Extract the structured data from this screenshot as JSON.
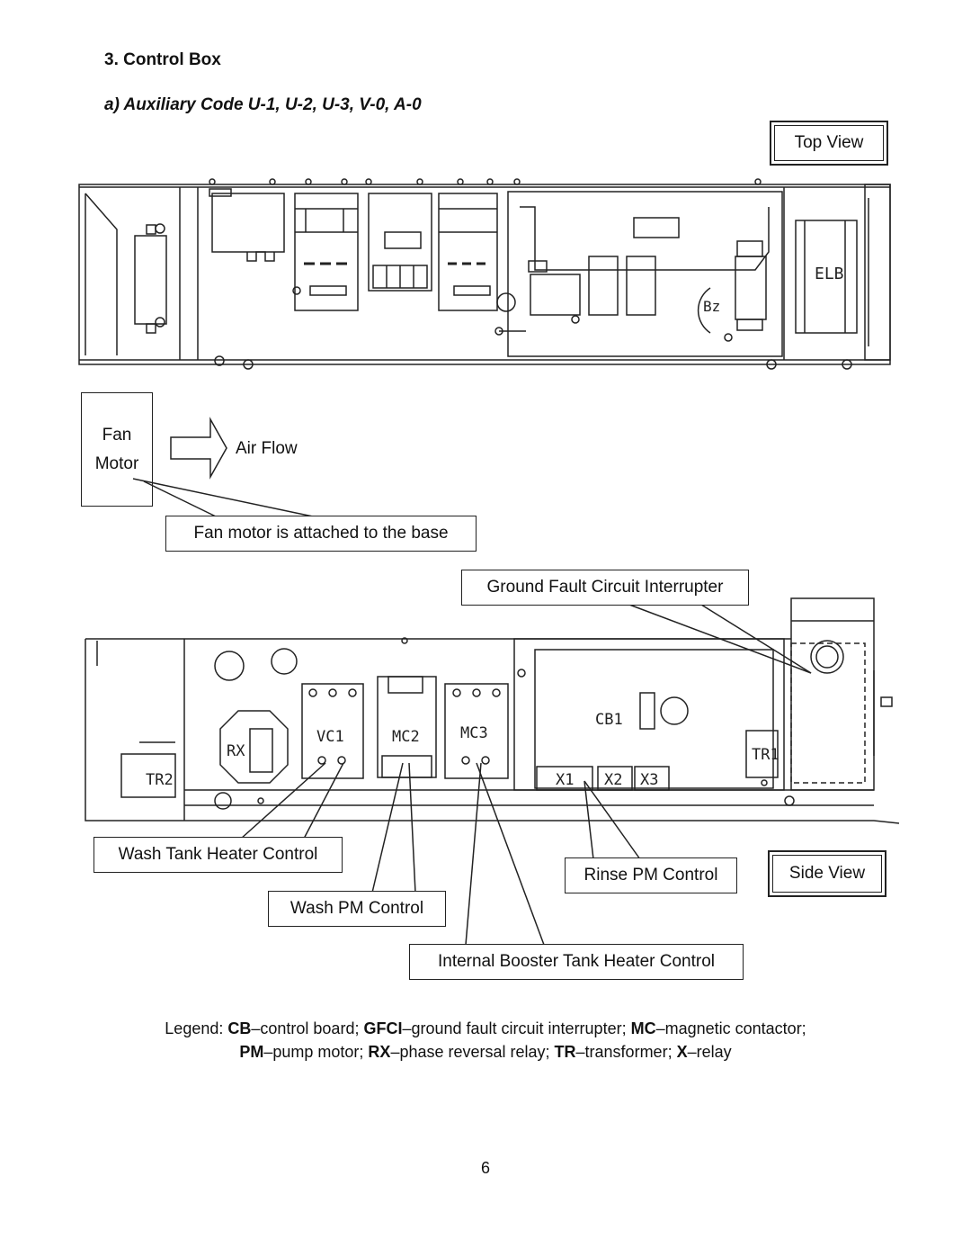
{
  "heading": {
    "section": "3. Control Box",
    "subsection": "a) Auxiliary Code U-1, U-2, U-3, V-0, A-0"
  },
  "views": {
    "top": "Top View",
    "side": "Side View"
  },
  "fan": {
    "line1": "Fan",
    "line2": "Motor",
    "airflow": "Air Flow",
    "note": "Fan motor is attached to the base"
  },
  "callouts": {
    "gfci": "Ground Fault Circuit Interrupter",
    "wash_tank": "Wash Tank Heater Control",
    "wash_pm": "Wash PM Control",
    "rinse_pm": "Rinse PM Control",
    "booster": "Internal Booster Tank Heater Control"
  },
  "component_labels": {
    "elb": "ELB",
    "bz": "Bz",
    "rx": "RX",
    "tr2": "TR2",
    "vc1": "VC1",
    "mc2": "MC2",
    "mc3": "MC3",
    "cb1": "CB1",
    "tr1": "TR1",
    "x1": "X1",
    "x2": "X2",
    "x3": "X3"
  },
  "legend": {
    "prefix": "Legend: ",
    "items": [
      {
        "abbr": "CB",
        "desc": "–control board; "
      },
      {
        "abbr": "GFCI",
        "desc": "–ground fault circuit interrupter; "
      },
      {
        "abbr": "MC",
        "desc": "–magnetic contactor;"
      },
      {
        "abbr": "PM",
        "desc": "–pump motor; "
      },
      {
        "abbr": "RX",
        "desc": "–phase reversal relay; "
      },
      {
        "abbr": "TR",
        "desc": "–transformer; "
      },
      {
        "abbr": "X",
        "desc": "–relay"
      }
    ]
  },
  "page_number": "6"
}
